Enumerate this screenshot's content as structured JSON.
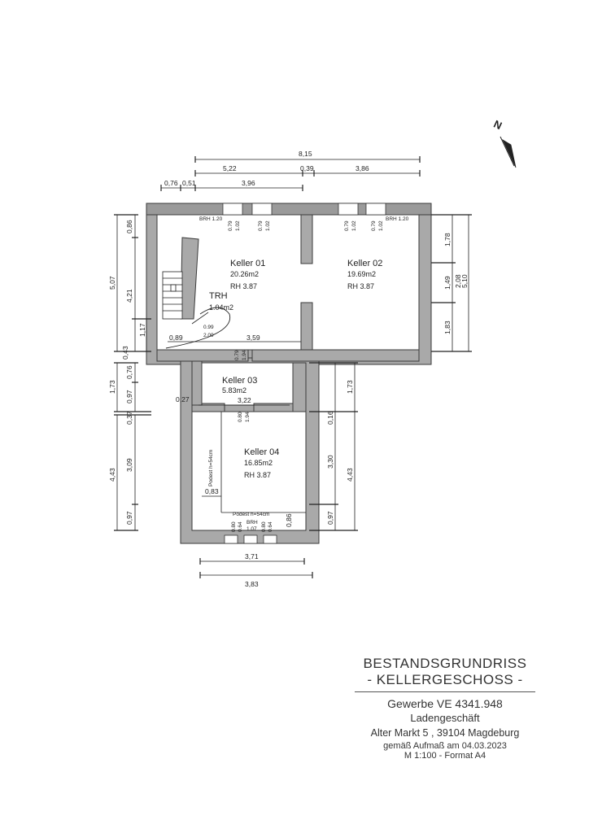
{
  "rooms": {
    "keller01": {
      "name": "Keller 01",
      "area": "20.26m2",
      "height": "RH 3.87"
    },
    "keller02": {
      "name": "Keller 02",
      "area": "19.69m2",
      "height": "RH 3.87"
    },
    "keller03": {
      "name": "Keller 03",
      "area": "5.83m2"
    },
    "keller04": {
      "name": "Keller 04",
      "area": "16.85m2",
      "height": "RH 3.87"
    },
    "trh": {
      "name": "TRH",
      "area": "1.04m2"
    }
  },
  "dimensions": {
    "top_total": "8,15",
    "top_a": "5,22",
    "top_b": "0,39",
    "top_c": "3,86",
    "top2_a": "0,76",
    "top2_b": "0,51",
    "top2_c": "3,96",
    "left_total_upper": "5,07",
    "left_a": "0,86",
    "left_b": "4,21",
    "left_c": "1,17",
    "left_d": "0,43",
    "left_e": "1,73",
    "left_f": "0,76",
    "left_g": "0,97",
    "left_h": "0,37",
    "left_total_lower": "4,43",
    "left_i": "3,09",
    "left_j": "0,97",
    "right_a": "1,78",
    "right_b": "1,49",
    "right_c": "2,08",
    "right_d": "5,10",
    "right_e": "1,83",
    "right_f": "1,73",
    "right_g": "0,16",
    "right_h": "3,30",
    "right_total_lower": "4,43",
    "right_i": "0,97",
    "bottom_a": "3,71",
    "bottom_b": "3,83",
    "inner_089": "0,89",
    "inner_359": "3,59",
    "inner_322": "3,22",
    "inner_027": "0,27",
    "inner_083": "0,83",
    "inner_086": "0,86",
    "door_099": "0.99",
    "door_209": "2.09"
  },
  "annotations": {
    "brh_left": "BRH 1.20",
    "brh_right": "BRH 1.20",
    "win_079": "0.79",
    "win_102": "1.02",
    "door_079": "0.79",
    "door_194": "1.94",
    "door_080": "0.80",
    "door_194b": "1.94",
    "podest_side": "Podest h=54cm",
    "podest_bottom": "Podest h=54cm",
    "bottom_080": "0.80",
    "bottom_064": "0.64",
    "bottom_brh": "BRH",
    "bottom_107": "1.07",
    "north": "N"
  },
  "title_block": {
    "line1": "BESTANDSGRUNDRISS",
    "line2": "- KELLERGESCHOSS -",
    "line3": "Gewerbe VE 4341.948",
    "line4": "Ladengeschäft",
    "line5": "Alter Markt 5 , 39104 Magdeburg",
    "line6": "gemäß Aufmaß am 04.03.2023",
    "line7": "M 1:100 - Format A4"
  },
  "colors": {
    "wall": "#a9a9a9",
    "line": "#222222"
  }
}
